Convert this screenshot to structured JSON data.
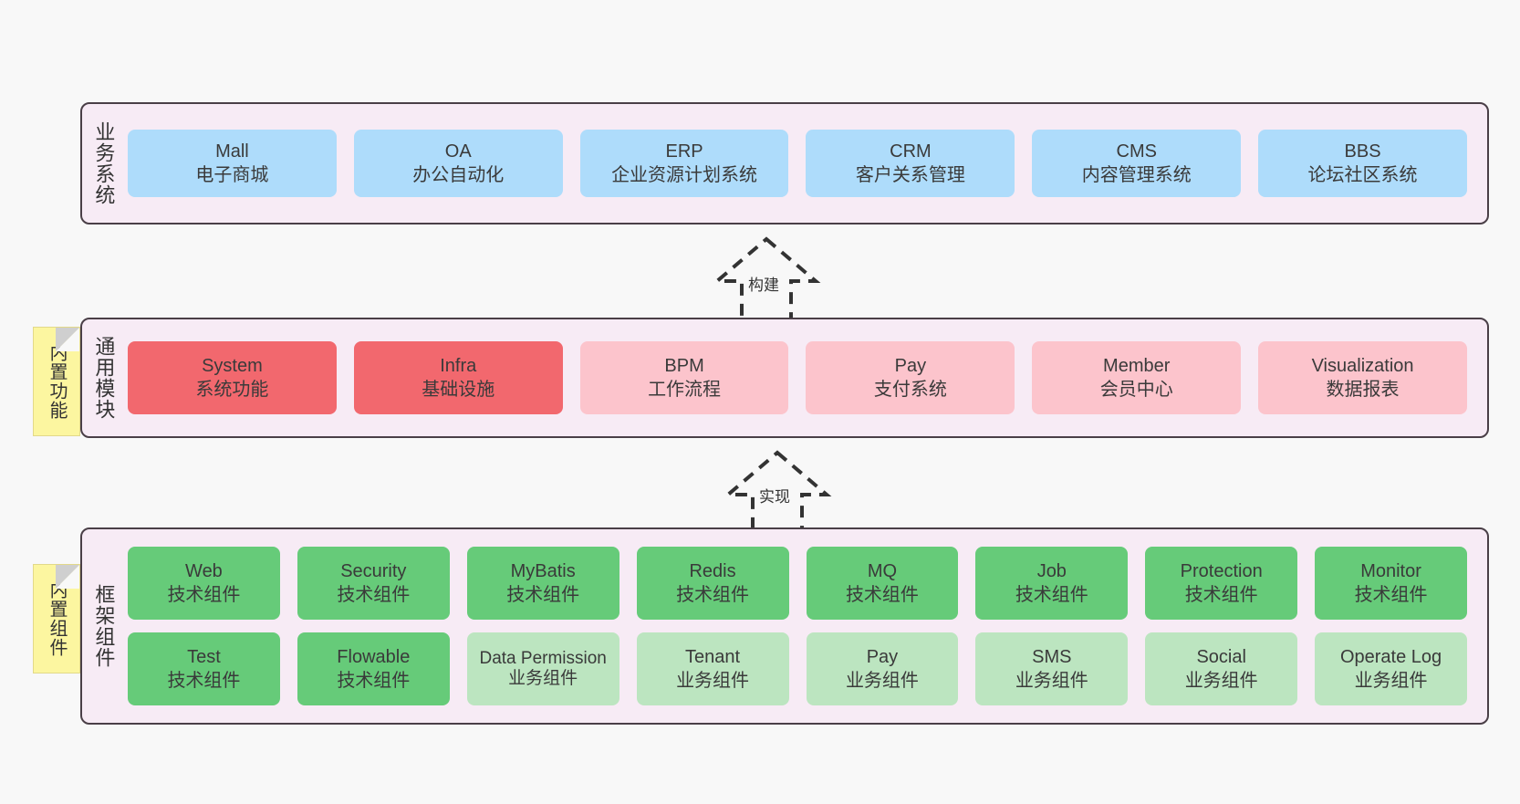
{
  "diagram": {
    "title": "",
    "colors": {
      "panel_bg": "#f7ebf5",
      "panel_border": "#4a3f47",
      "business_card": "#aedcfb",
      "module_core": "#f2686e",
      "module_optional": "#fcc4cc",
      "framework_tech": "#66cb79",
      "framework_biz": "#bce5c0",
      "note_bg": "#fcf6a0",
      "note_fold": "#cfcfcf",
      "canvas_bg": "#f8f8f8"
    }
  },
  "layers": [
    {
      "id": "business",
      "title": "业务系统",
      "cards": [
        {
          "name": "Mall",
          "desc": "电子商城"
        },
        {
          "name": "OA",
          "desc": "办公自动化"
        },
        {
          "name": "ERP",
          "desc": "企业资源计划系统"
        },
        {
          "name": "CRM",
          "desc": "客户关系管理"
        },
        {
          "name": "CMS",
          "desc": "内容管理系统"
        },
        {
          "name": "BBS",
          "desc": "论坛社区系统"
        }
      ]
    },
    {
      "id": "modules",
      "title": "通用模块",
      "cards": [
        {
          "name": "System",
          "desc": "系统功能",
          "style": "red"
        },
        {
          "name": "Infra",
          "desc": "基础设施",
          "style": "red"
        },
        {
          "name": "BPM",
          "desc": "工作流程",
          "style": "pink"
        },
        {
          "name": "Pay",
          "desc": "支付系统",
          "style": "pink"
        },
        {
          "name": "Member",
          "desc": "会员中心",
          "style": "pink"
        },
        {
          "name": "Visualization",
          "desc": "数据报表",
          "style": "pink"
        }
      ]
    },
    {
      "id": "framework",
      "title": "框架组件",
      "rows": [
        [
          {
            "name": "Web",
            "desc": "技术组件",
            "style": "green"
          },
          {
            "name": "Security",
            "desc": "技术组件",
            "style": "green"
          },
          {
            "name": "MyBatis",
            "desc": "技术组件",
            "style": "green"
          },
          {
            "name": "Redis",
            "desc": "技术组件",
            "style": "green"
          },
          {
            "name": "MQ",
            "desc": "技术组件",
            "style": "green"
          },
          {
            "name": "Job",
            "desc": "技术组件",
            "style": "green"
          },
          {
            "name": "Protection",
            "desc": "技术组件",
            "style": "green"
          },
          {
            "name": "Monitor",
            "desc": "技术组件",
            "style": "green"
          }
        ],
        [
          {
            "name": "Test",
            "desc": "技术组件",
            "style": "green"
          },
          {
            "name": "Flowable",
            "desc": "技术组件",
            "style": "green"
          },
          {
            "name": "Data Permission",
            "desc": "业务组件",
            "style": "lightgreen"
          },
          {
            "name": "Tenant",
            "desc": "业务组件",
            "style": "lightgreen"
          },
          {
            "name": "Pay",
            "desc": "业务组件",
            "style": "lightgreen"
          },
          {
            "name": "SMS",
            "desc": "业务组件",
            "style": "lightgreen"
          },
          {
            "name": "Social",
            "desc": "业务组件",
            "style": "lightgreen"
          },
          {
            "name": "Operate Log",
            "desc": "业务组件",
            "style": "lightgreen"
          }
        ]
      ]
    }
  ],
  "notes": [
    {
      "id": "builtin-function",
      "text": "内置功能"
    },
    {
      "id": "builtin-component",
      "text": "内置组件"
    }
  ],
  "arrows": [
    {
      "id": "build",
      "label": "构建",
      "direction": "up",
      "style": "dashed-hollow"
    },
    {
      "id": "implement",
      "label": "实现",
      "direction": "up",
      "style": "dashed-hollow"
    }
  ]
}
